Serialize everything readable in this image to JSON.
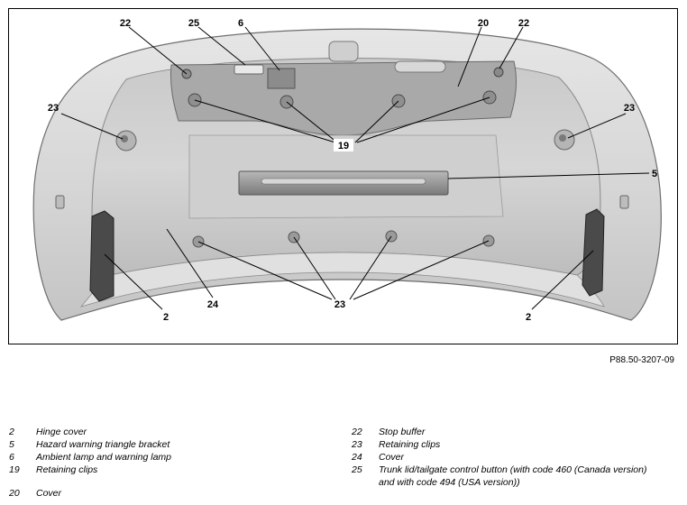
{
  "figure_ref": "P88.50-3207-09",
  "callouts": {
    "c22a": "22",
    "c25": "25",
    "c6": "6",
    "c20": "20",
    "c22b": "22",
    "c23a": "23",
    "c23b": "23",
    "c19": "19",
    "c5": "5",
    "c2a": "2",
    "c24": "24",
    "c23c": "23",
    "c2b": "2"
  },
  "legend": {
    "left": [
      {
        "num": "2",
        "text": "Hinge cover"
      },
      {
        "num": "5",
        "text": "Hazard warning triangle bracket"
      },
      {
        "num": "6",
        "text": "Ambient lamp and warning lamp"
      },
      {
        "num": "19",
        "text": "Retaining clips"
      },
      {
        "num": "20",
        "text": "Cover"
      }
    ],
    "right": [
      {
        "num": "22",
        "text": "Stop buffer"
      },
      {
        "num": "23",
        "text": "Retaining clips"
      },
      {
        "num": "24",
        "text": "Cover"
      },
      {
        "num": "25",
        "text": "Trunk lid/tailgate control button (with code 460 (Canada version) and with code 494 (USA version))"
      }
    ]
  }
}
